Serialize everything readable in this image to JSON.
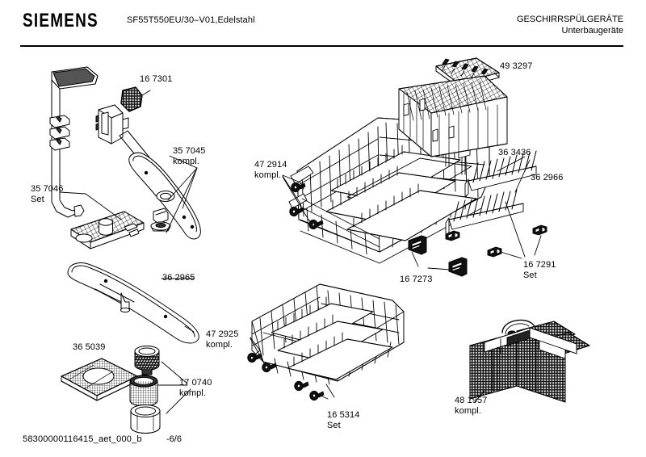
{
  "header": {
    "brand": "SIEMENS",
    "model_code": "SF55T550EU/30–V01,Edelstahl",
    "category_line1": "GESCHIRRSPÜLGERÄTE",
    "category_line2": "Unterbaugeräte"
  },
  "footer": {
    "document_id": "58300000116415_aet_000_b",
    "page": "-6/6"
  },
  "callouts": [
    {
      "id": "c-167301",
      "number": "16 7301",
      "suffix": ""
    },
    {
      "id": "c-357045",
      "number": "35 7045",
      "suffix": "kompl."
    },
    {
      "id": "c-357046",
      "number": "35 7046",
      "suffix": "Set"
    },
    {
      "id": "c-362965",
      "number": "36 2965",
      "suffix": ""
    },
    {
      "id": "c-365039",
      "number": "36 5039",
      "suffix": ""
    },
    {
      "id": "c-170740",
      "number": "17 0740",
      "suffix": "kompl."
    },
    {
      "id": "c-472914",
      "number": "47 2914",
      "suffix": "kompl."
    },
    {
      "id": "c-493297",
      "number": "49 3297",
      "suffix": ""
    },
    {
      "id": "c-363436",
      "number": "36 3436",
      "suffix": ""
    },
    {
      "id": "c-362966",
      "number": "36 2966",
      "suffix": ""
    },
    {
      "id": "c-167291",
      "number": "16 7291",
      "suffix": "Set"
    },
    {
      "id": "c-167273",
      "number": "16 7273",
      "suffix": ""
    },
    {
      "id": "c-472925",
      "number": "47 2925",
      "suffix": "kompl."
    },
    {
      "id": "c-165314",
      "number": "16 5314",
      "suffix": "Set"
    },
    {
      "id": "c-481957",
      "number": "48 1957",
      "suffix": "kompl."
    }
  ],
  "colors": {
    "ink": "#000000",
    "paper": "#ffffff",
    "shade": "#8a8a8a"
  }
}
